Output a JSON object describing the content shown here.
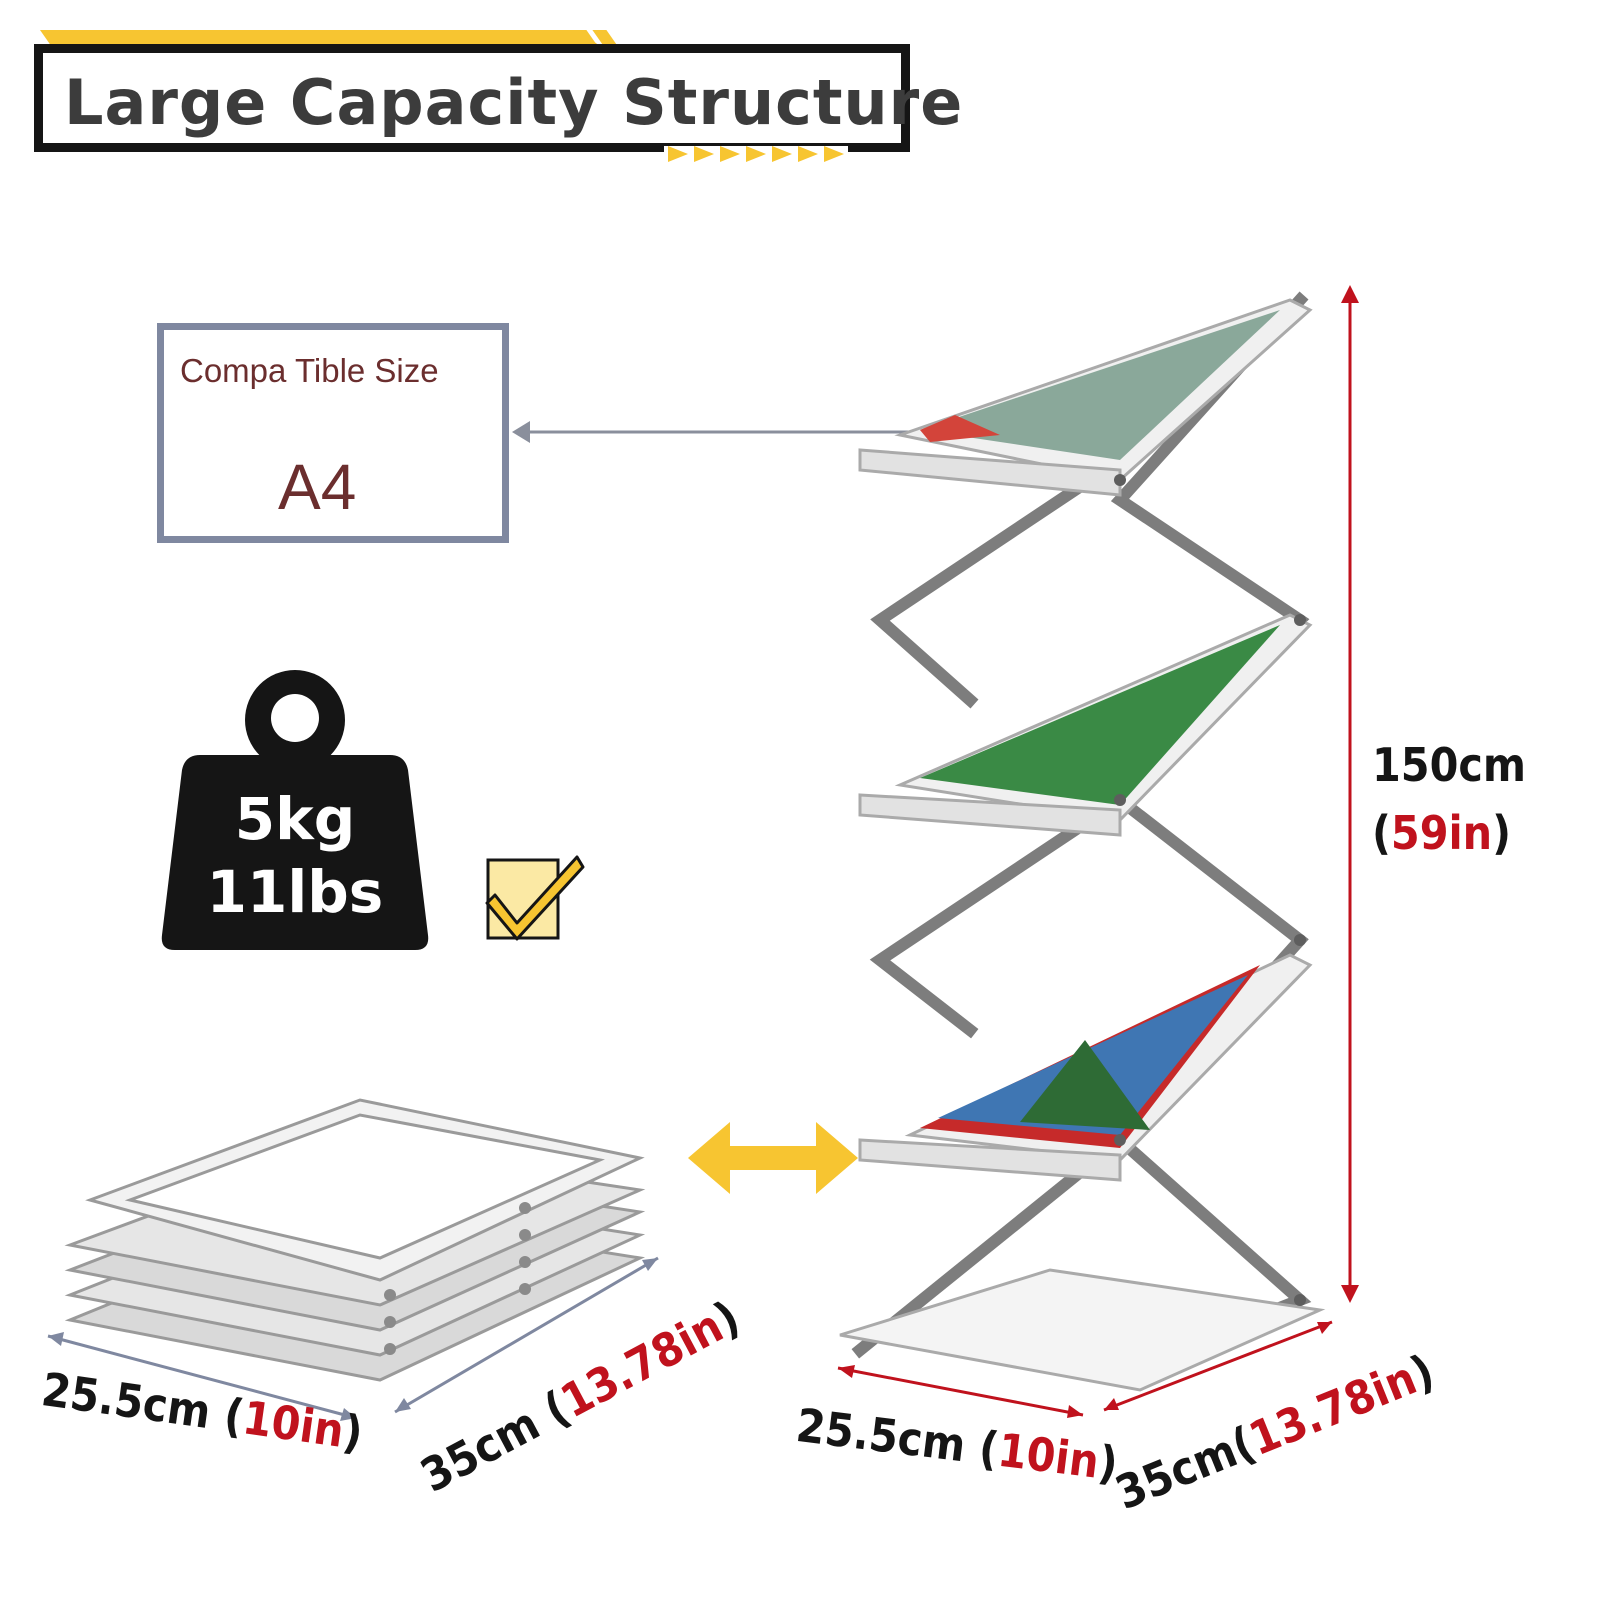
{
  "title": {
    "text": "Large Capacity Structure"
  },
  "compatible_size": {
    "label": "Compa Tible Size",
    "value": "A4"
  },
  "weight": {
    "line1": "5kg",
    "line2": "11lbs"
  },
  "height": {
    "metric": "150cm",
    "imperial": "59in"
  },
  "folded": {
    "width_metric": "25.5cm",
    "width_imperial": "10in",
    "depth_metric": "35cm",
    "depth_imperial": "13.78in"
  },
  "expanded": {
    "width_metric": "25.5cm",
    "width_imperial": "10in",
    "depth_metric": "35cm",
    "depth_imperial": "13.78in"
  },
  "colors": {
    "accent_yellow": "#f7c531",
    "frame_dark": "#151515",
    "dimension_red": "#c0121d",
    "box_border": "#7f88a0",
    "label_brown": "#6b2e2e"
  },
  "icons": [
    "weight-icon",
    "checkbox-check-icon",
    "double-arrow-icon"
  ]
}
